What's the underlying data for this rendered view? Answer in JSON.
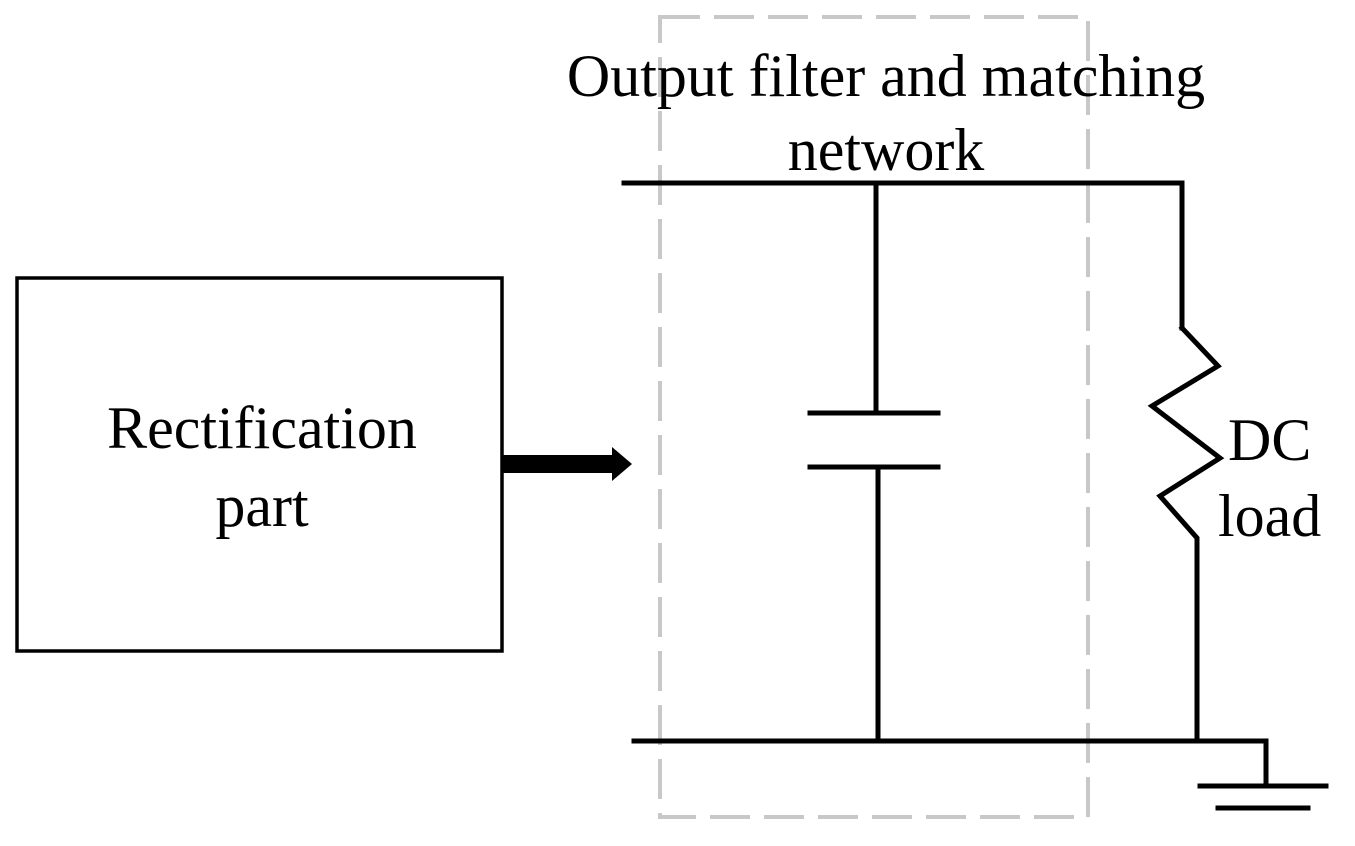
{
  "diagram": {
    "rectifier_block": {
      "line1": "Rectification",
      "line2": "part"
    },
    "filter_region": {
      "line1": "Output filter and matching",
      "line2": "network"
    },
    "load": {
      "line1": "DC",
      "line2": "load"
    }
  }
}
